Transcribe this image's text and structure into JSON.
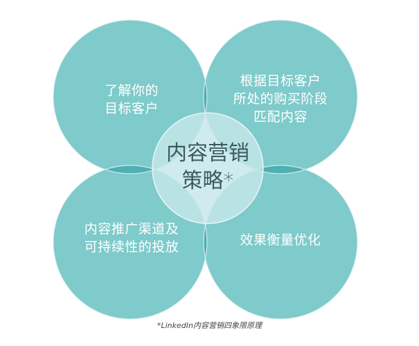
{
  "title": "内容营销策略*",
  "center": {
    "line1": "内容营销",
    "line2": "策略*"
  },
  "quadrants": [
    {
      "id": "top-left",
      "lines": [
        "了解你的",
        "目标客户"
      ]
    },
    {
      "id": "top-right",
      "lines": [
        "根据目标客户",
        "所处的购买阶段",
        "匹配内容"
      ]
    },
    {
      "id": "bottom-left",
      "lines": [
        "内容推广渠道及",
        "可持续性的投放"
      ]
    },
    {
      "id": "bottom-right",
      "lines": [
        "效果衡量优化"
      ]
    }
  ],
  "footnote": "*LinkedIn内容营销四象限原理",
  "colors": {
    "circle": "#7fcacb",
    "overlap": "#4fb0b3",
    "center": "#c6e6ea",
    "text": "#ffffff",
    "center_text": "#3d5a5e"
  }
}
